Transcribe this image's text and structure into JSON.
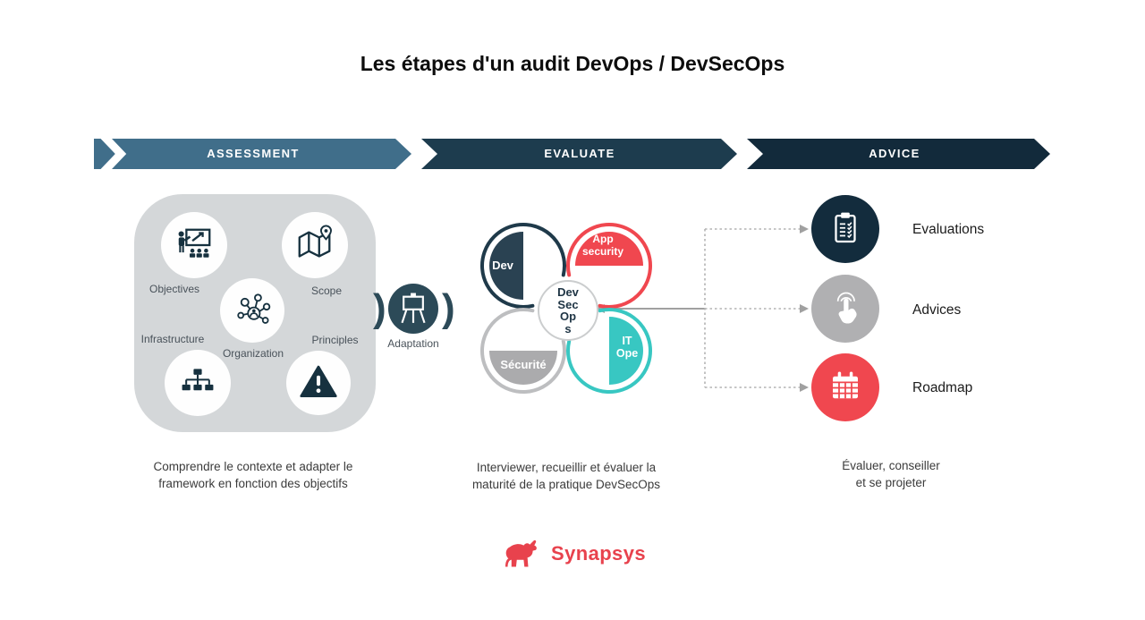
{
  "title": "Les étapes d'un audit DevOps / DevSecOps",
  "colors": {
    "band_assessment": "#406e8a",
    "band_evaluate": "#1d3c4e",
    "band_advice": "#122a3b",
    "navy": "#16313f",
    "red": "#f0474f",
    "teal": "#38c7c2",
    "gray": "#ababad",
    "panel_gray": "#d4d7d9",
    "brand_red": "#e8424d"
  },
  "stages": [
    {
      "label": "ASSESSMENT"
    },
    {
      "label": "EVALUATE"
    },
    {
      "label": "ADVICE"
    }
  ],
  "assessment": {
    "items": [
      {
        "name": "Objectives",
        "icon": "presentation-icon"
      },
      {
        "name": "Scope",
        "icon": "map-icon"
      },
      {
        "name": "Organization",
        "icon": "network-icon"
      },
      {
        "name": "Infrastructure",
        "icon": "sitemap-icon"
      },
      {
        "name": "Principles",
        "icon": "warning-icon"
      }
    ],
    "adaptation_label": "Adaptation",
    "caption": "Comprendre le contexte et adapter le\nframework en fonction des objectifs"
  },
  "evaluate": {
    "segments": [
      {
        "label": "Dev",
        "color": "#2a4252"
      },
      {
        "label": "App\nsecurity",
        "color": "#f0474f"
      },
      {
        "label": "Sécurité",
        "color": "#ababad"
      },
      {
        "label": "IT\nOpe",
        "color": "#38c7c2"
      }
    ],
    "center_text": "Dev\nSec\nOp\ns",
    "caption": "Interviewer, recueillir et évaluer la\nmaturité de la pratique DevSecOps"
  },
  "advice": {
    "outputs": [
      {
        "label": "Evaluations",
        "icon": "clipboard-icon",
        "color": "#132c3d"
      },
      {
        "label": "Advices",
        "icon": "tap-icon",
        "color": "#b0b0b2"
      },
      {
        "label": "Roadmap",
        "icon": "calendar-icon",
        "color": "#f0474f"
      }
    ],
    "caption": "Évaluer, conseiller\net se projeter"
  },
  "footer": {
    "brand": "Synapsys"
  }
}
